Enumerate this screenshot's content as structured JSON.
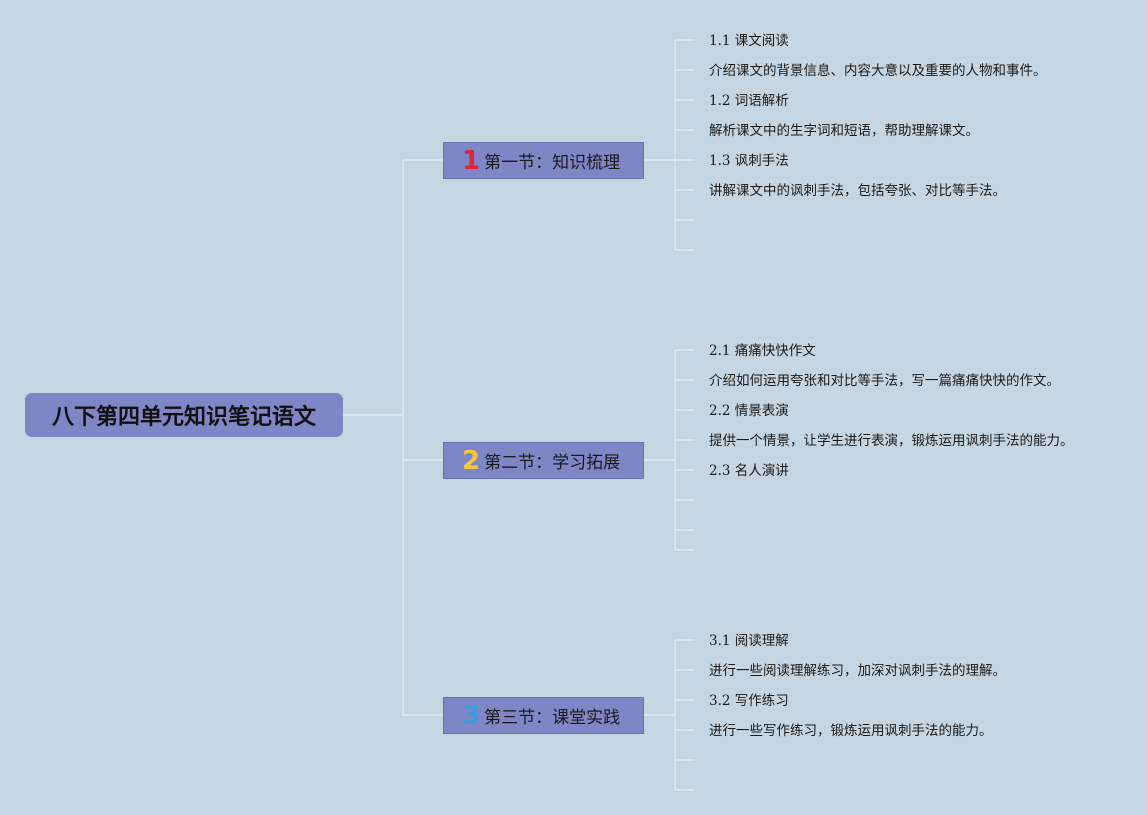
{
  "root": {
    "label": "八下第四单元知识笔记语文"
  },
  "sections": [
    {
      "number": "1",
      "number_color": "#e0243b",
      "label": "第一节：知识梳理",
      "items": [
        "1.1 课文阅读",
        "介绍课文的背景信息、内容大意以及重要的人物和事件。",
        "1.2 词语解析",
        "解析课文中的生字词和短语，帮助理解课文。",
        "1.3 讽刺手法",
        "讲解课文中的讽刺手法，包括夸张、对比等手法。"
      ]
    },
    {
      "number": "2",
      "number_color": "#f2c640",
      "label": "第二节：学习拓展",
      "items": [
        "2.1 痛痛快快作文",
        "介绍如何运用夸张和对比等手法，写一篇痛痛快快的作文。",
        "2.2 情景表演",
        "提供一个情景，让学生进行表演，锻炼运用讽刺手法的能力。",
        "2.3 名人演讲"
      ]
    },
    {
      "number": "3",
      "number_color": "#3a9be0",
      "label": "第三节：课堂实践",
      "items": [
        "3.1 阅读理解",
        "进行一些阅读理解练习，加深对讽刺手法的理解。",
        "3.2 写作练习",
        "进行一些写作练习，锻炼运用讽刺手法的能力。"
      ]
    }
  ],
  "colors": {
    "background": "#c5d5e2",
    "node_fill": "#7f86c6",
    "connector": "#e8edf2"
  }
}
